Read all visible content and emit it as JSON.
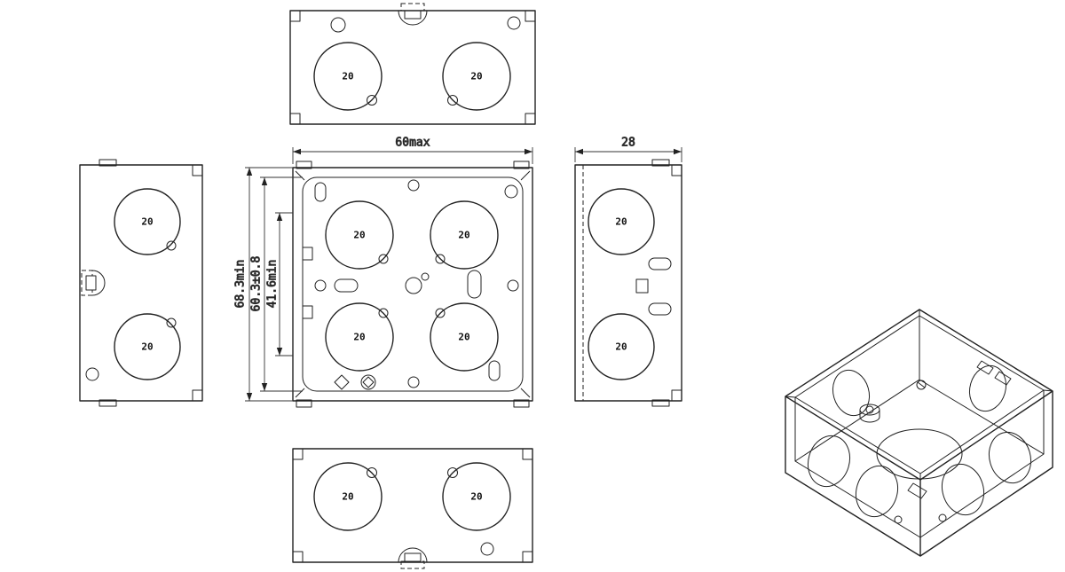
{
  "labels": {
    "knockout_diameter": "20"
  },
  "dimensions": {
    "front_width": "60max",
    "side_depth": "28",
    "height_outer_min": "68.3min",
    "height_fixing": "60.3±0.8",
    "height_inner_min": "41.6min"
  }
}
